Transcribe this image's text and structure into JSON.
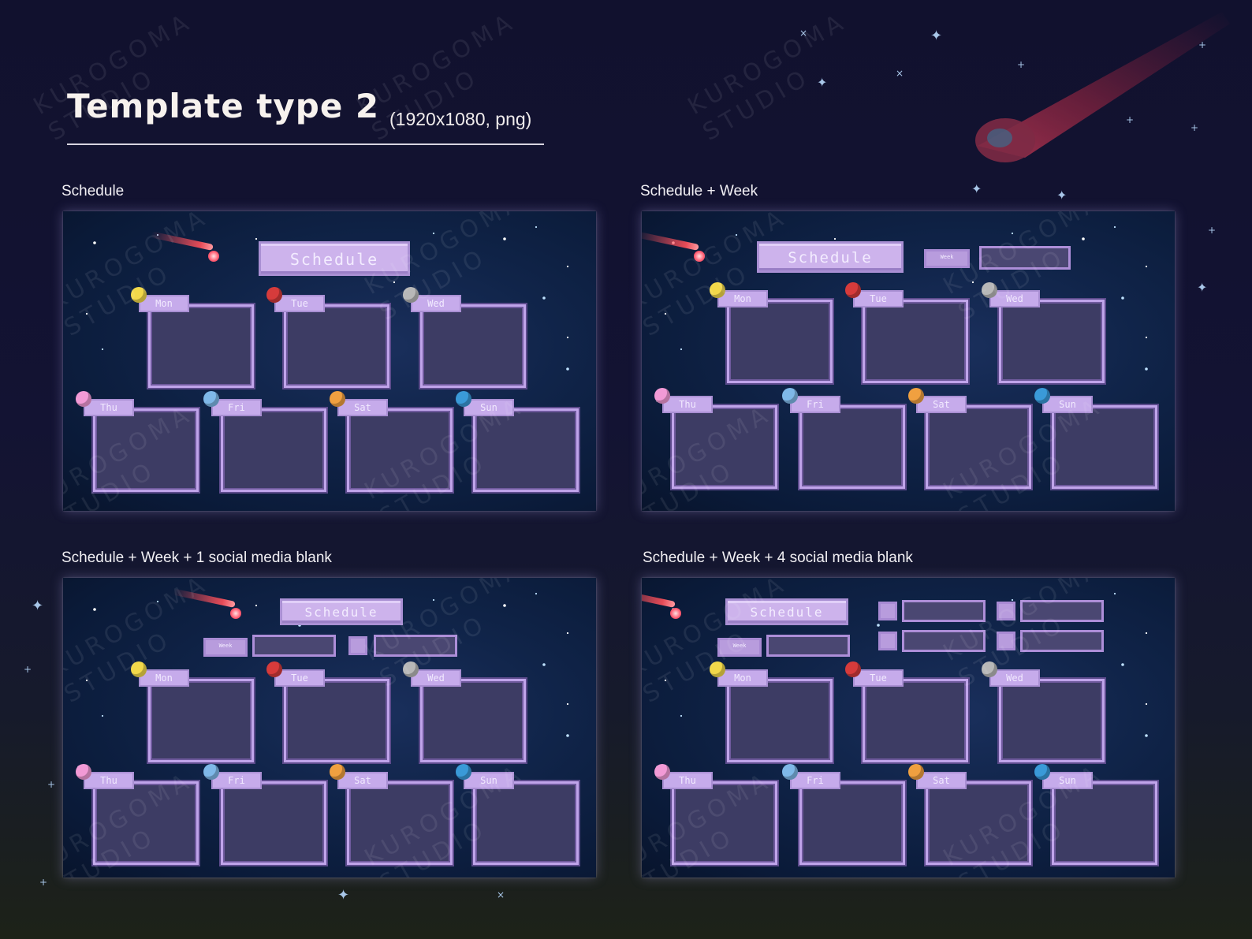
{
  "header": {
    "title": "Template type 2",
    "subtitle": "(1920x1080, png)"
  },
  "sections": [
    {
      "label": "Schedule"
    },
    {
      "label": "Schedule + Week"
    },
    {
      "label": "Schedule + Week + 1 social media blank"
    },
    {
      "label": "Schedule + Week + 4 social media blank"
    }
  ],
  "template": {
    "schedule_label": "Schedule",
    "week_label": "Week",
    "days": [
      "Mon",
      "Tue",
      "Wed",
      "Thu",
      "Fri",
      "Sat",
      "Sun"
    ],
    "planet_colors": [
      "#f2d84a",
      "#d63b3b",
      "#b8b8b8",
      "#f29ad6",
      "#7fb8e8",
      "#f0a040",
      "#3a9ad8"
    ]
  },
  "watermark": "KUROGOMA\nSTUDIO",
  "colors": {
    "background_top": "#11112e",
    "background_bottom": "#1d2218",
    "panel_bg": "#102449",
    "box_fill": "#3d3c64",
    "box_border": "#c0a4ea",
    "tab_fill": "#c6abeb",
    "comet": "#ff5a70"
  }
}
